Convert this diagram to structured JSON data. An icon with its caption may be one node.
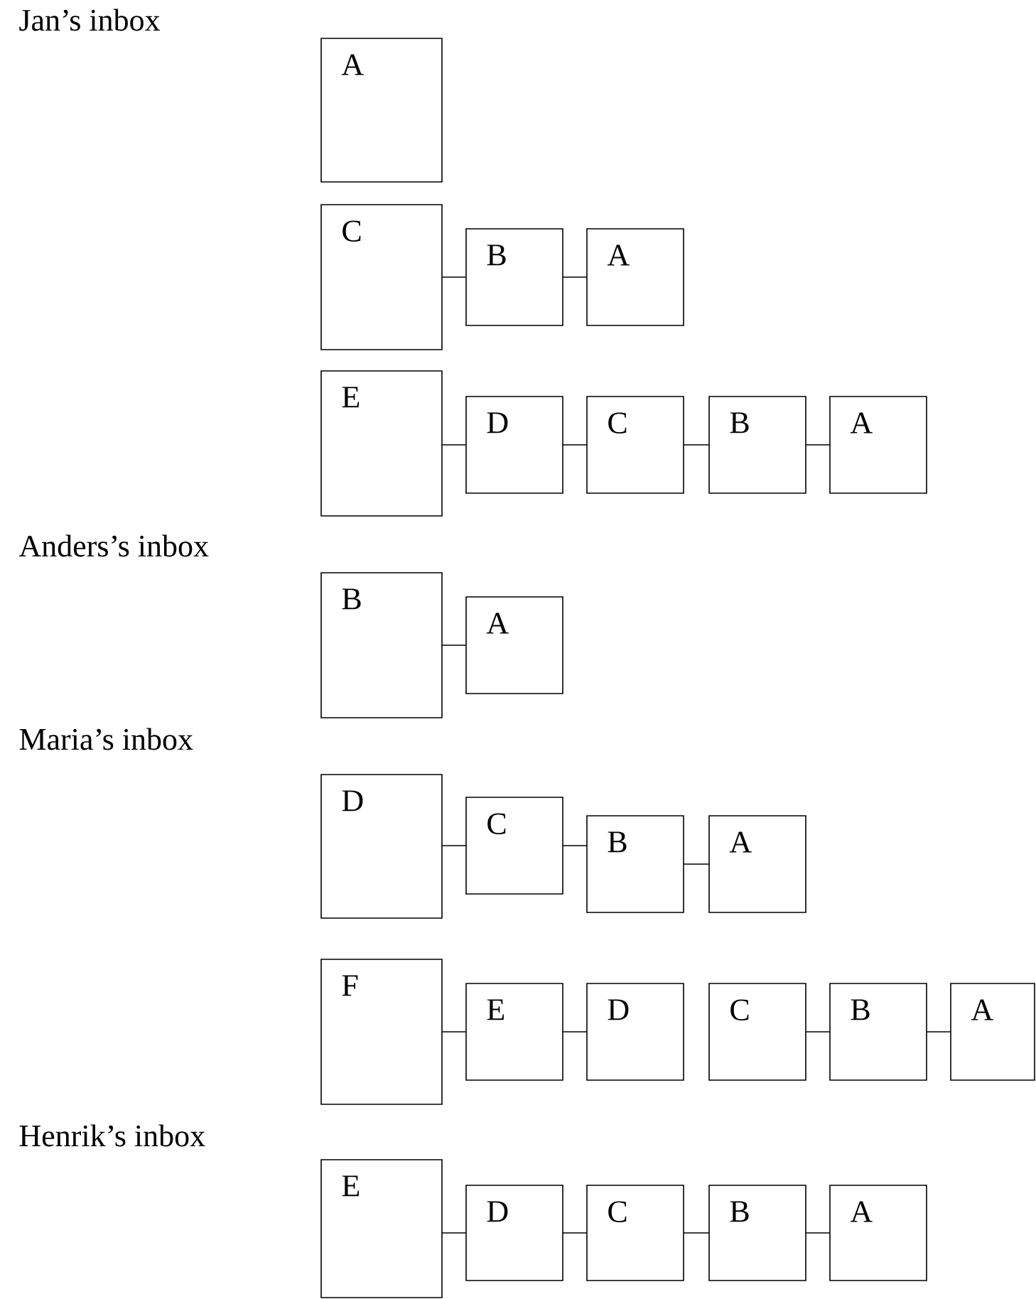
{
  "diagram": {
    "nodes": [
      {
        "text": [
          "A"
        ]
      },
      {
        "text": [
          "C"
        ]
      },
      {
        "text": [
          "B"
        ]
      },
      {
        "text": [
          "A"
        ]
      },
      {
        "text": [
          "E"
        ]
      },
      {
        "text": [
          "D"
        ]
      },
      {
        "text": [
          "C"
        ]
      },
      {
        "text": [
          "B"
        ]
      },
      {
        "text": [
          "A"
        ]
      },
      {
        "text": [
          "B"
        ]
      },
      {
        "text": [
          "A"
        ]
      },
      {
        "text": [
          "D"
        ]
      },
      {
        "text": [
          "C"
        ]
      },
      {
        "text": [
          "B"
        ]
      },
      {
        "text": [
          "A"
        ]
      },
      {
        "text": [
          "F"
        ]
      },
      {
        "text": [
          "E"
        ]
      },
      {
        "text": [
          "D"
        ]
      },
      {
        "text": [
          "C"
        ]
      },
      {
        "text": [
          "B"
        ]
      },
      {
        "text": [
          "A"
        ]
      },
      {
        "text": [
          "E"
        ]
      },
      {
        "text": [
          "D"
        ]
      },
      {
        "text": [
          "C"
        ]
      },
      {
        "text": [
          "B"
        ]
      },
      {
        "text": [
          "A"
        ]
      }
    ],
    "edges": [
      {
        "from": 1,
        "to": 2,
        "arrow": "none"
      },
      {
        "from": 2,
        "to": 3,
        "arrow": "none"
      },
      {
        "from": 4,
        "to": 5,
        "arrow": "none"
      },
      {
        "from": 5,
        "to": 6,
        "arrow": "none"
      },
      {
        "from": 6,
        "to": 7,
        "arrow": "none"
      },
      {
        "from": 7,
        "to": 8,
        "arrow": "none"
      },
      {
        "from": 9,
        "to": 10,
        "arrow": "none"
      },
      {
        "from": 11,
        "to": 12,
        "arrow": "none"
      },
      {
        "from": 12,
        "to": 13,
        "arrow": "none"
      },
      {
        "from": 13,
        "to": 14,
        "arrow": "none"
      },
      {
        "from": 15,
        "to": 16,
        "arrow": "none"
      },
      {
        "from": 16,
        "to": 17,
        "arrow": "none"
      },
      {
        "from": 18,
        "to": 19,
        "arrow": "none"
      },
      {
        "from": 19,
        "to": 20,
        "arrow": "none"
      },
      {
        "from": 21,
        "to": 22,
        "arrow": "none"
      },
      {
        "from": 22,
        "to": 23,
        "arrow": "none"
      },
      {
        "from": 23,
        "to": 24,
        "arrow": "none"
      },
      {
        "from": 24,
        "to": 25,
        "arrow": "none"
      }
    ],
    "labels": [
      "Jan’s inbox",
      "Anders’s inbox",
      "Maria’s inbox",
      "Henrik’s inbox"
    ]
  }
}
